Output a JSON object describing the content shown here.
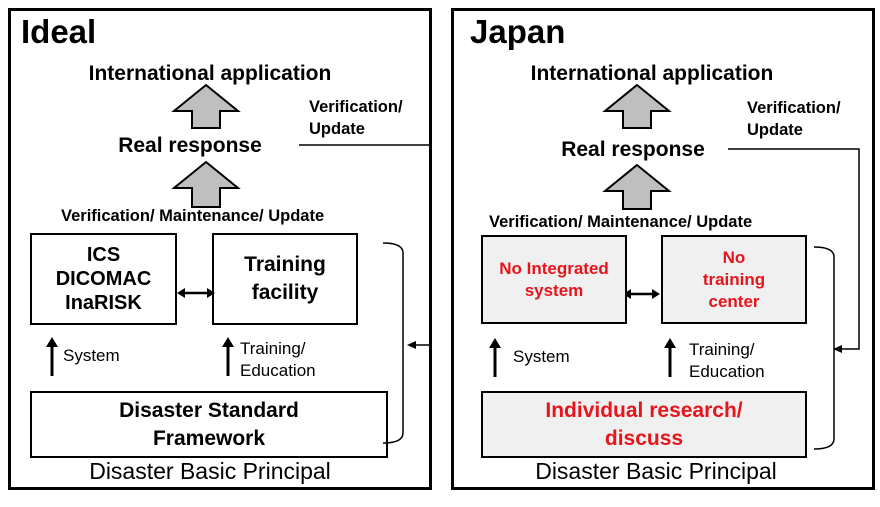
{
  "ideal": {
    "heading": "Ideal",
    "international": "International application",
    "real_response": "Real response",
    "verification_update": [
      "Verification/",
      "Update"
    ],
    "vmu": "Verification/ Maintenance/ Update",
    "box_system": [
      "ICS",
      "DICOMAC",
      "InaRISK"
    ],
    "box_training": [
      "Training",
      "facility"
    ],
    "system_label": "System",
    "training_label": [
      "Training/",
      "Education"
    ],
    "framework": [
      "Disaster Standard",
      "Framework"
    ],
    "basic": "Disaster Basic Principal"
  },
  "japan": {
    "heading": "Japan",
    "international": "International application",
    "real_response": "Real response",
    "verification_update": [
      "Verification/",
      "Update"
    ],
    "vmu": "Verification/ Maintenance/ Update",
    "box_system": [
      "No Integrated",
      "system"
    ],
    "box_training": [
      "No",
      "training",
      "center"
    ],
    "system_label": "System",
    "training_label": [
      "Training/",
      "Education"
    ],
    "framework": [
      "Individual research/",
      "discuss"
    ],
    "basic": "Disaster Basic Principal"
  },
  "colors": {
    "highlight": "#e8141b",
    "arrow_fill": "#bfbfbf",
    "box_shade": "#f0f0f0"
  }
}
